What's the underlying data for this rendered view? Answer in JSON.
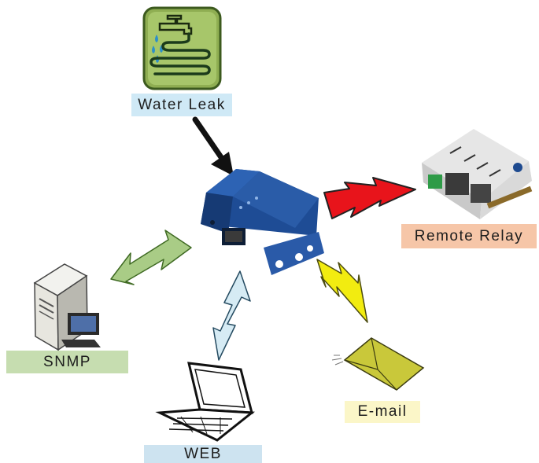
{
  "nodes": {
    "water_leak": {
      "label": "Water Leak",
      "bg": "#cfe9f6",
      "icon": "water-leak-sensor-icon"
    },
    "remote_relay": {
      "label": "Remote Relay",
      "bg": "#f6c6a8",
      "icon": "relay-module-icon"
    },
    "snmp": {
      "label": "SNMP",
      "bg": "#c6ddb0",
      "icon": "server-computer-icon"
    },
    "email": {
      "label": "E-mail",
      "bg": "#fbf6c8",
      "icon": "envelope-icon"
    },
    "web": {
      "label": "WEB",
      "bg": "#cde3f0",
      "icon": "laptop-icon"
    },
    "device": {
      "icon": "network-device-icon"
    }
  },
  "colors": {
    "leak_arrow": "#111111",
    "relay_arrow": "#e8141b",
    "snmp_arrow": "#a9cc86",
    "web_arrow": "#d6ebf4",
    "email_arrow": "#f2ec10",
    "device_blue": "#1f4f9a"
  }
}
